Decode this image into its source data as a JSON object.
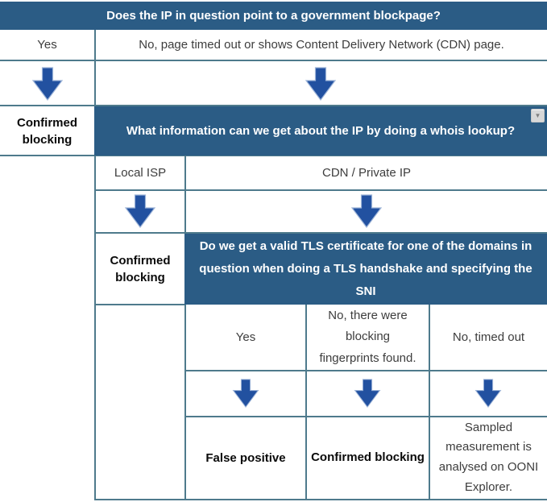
{
  "colors": {
    "question_header_bg": "#2b5c85",
    "arrow_fill": "#2251a0",
    "table_border": "#4e7a8c"
  },
  "step1": {
    "question": "Does the IP in question point to a government blockpage?",
    "answer_yes": "Yes",
    "answer_no": "No, page timed out or shows Content Delivery Network (CDN) page.",
    "outcome_yes": "Confirmed blocking"
  },
  "step2": {
    "question": "What information can we get about the IP by doing a whois lookup?",
    "answer_local_isp": "Local ISP",
    "answer_cdn": "CDN / Private IP",
    "outcome_local_isp": "Confirmed blocking"
  },
  "step3": {
    "question": "Do we get a valid TLS certificate for one of the domains in question when doing a TLS handshake and specifying the SNI",
    "answer_yes": "Yes",
    "answer_fingerprints": "No, there were blocking fingerprints found.",
    "answer_timed_out": "No, timed out",
    "outcome_yes": "False positive",
    "outcome_fingerprints": "Confirmed blocking",
    "outcome_timed_out": "Sampled measurement is analysed on OONI Explorer."
  },
  "icons": {
    "dropdown_glyph": "▼"
  }
}
